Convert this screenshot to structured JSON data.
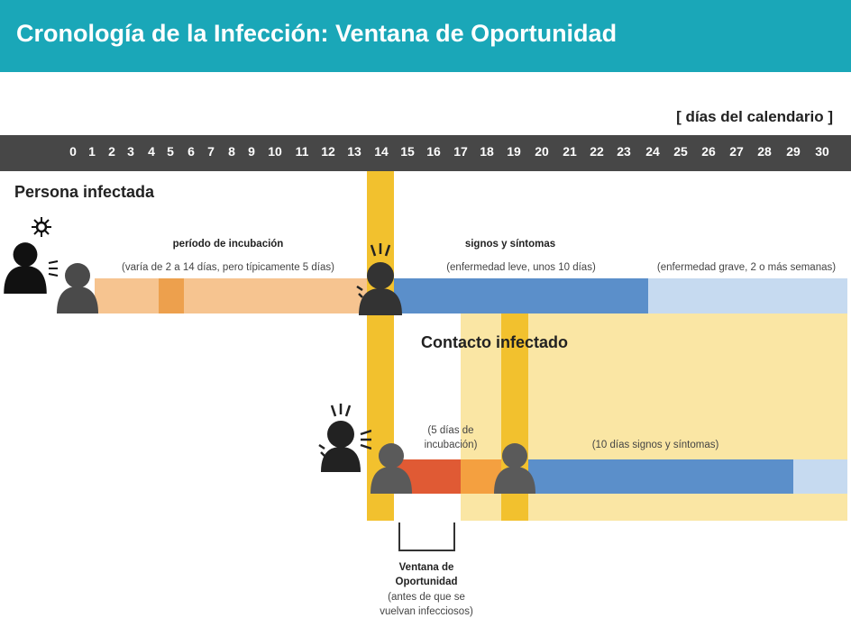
{
  "title": "Cronología de la Infección: Ventana de Oportunidad",
  "calendar_label": "[ días del calendario ]",
  "days": [
    "0",
    "1",
    "2",
    "3",
    "4",
    "5",
    "6",
    "7",
    "8",
    "9",
    "10",
    "11",
    "12",
    "13",
    "14",
    "15",
    "16",
    "17",
    "18",
    "19",
    "20",
    "21",
    "22",
    "23",
    "24",
    "25",
    "26",
    "27",
    "28",
    "29",
    "30"
  ],
  "infected": {
    "heading": "Persona infectada",
    "incubation_title": "período de incubación",
    "incubation_note": "(varía de 2 a 14 días, pero típicamente 5 días)",
    "symptoms_title": "signos y síntomas",
    "symptoms_note": "(enfermedad leve, unos 10 días)",
    "severe_note": "(enfermedad grave, 2 o más semanas)"
  },
  "contact": {
    "heading": "Contacto infectado",
    "incubation_line1": "(5 días de",
    "incubation_line2": "incubación)",
    "symptoms_note": "(10 días signos y síntomas)"
  },
  "window": {
    "line1": "Ventana de",
    "line2": "Oportunidad",
    "line3": "(antes de que se",
    "line4": "vuelvan infecciosos)"
  },
  "colors": {
    "header": "#1aa7b8",
    "incubation": "#f6c490",
    "incubation_peak": "#eda04d",
    "symptoms": "#5b8fca",
    "severe": "#c6daf0",
    "highlight": "#f2c12e",
    "contact_zone": "#fae6a4",
    "window_red": "#e05a34",
    "contact_orange": "#f4a040"
  }
}
